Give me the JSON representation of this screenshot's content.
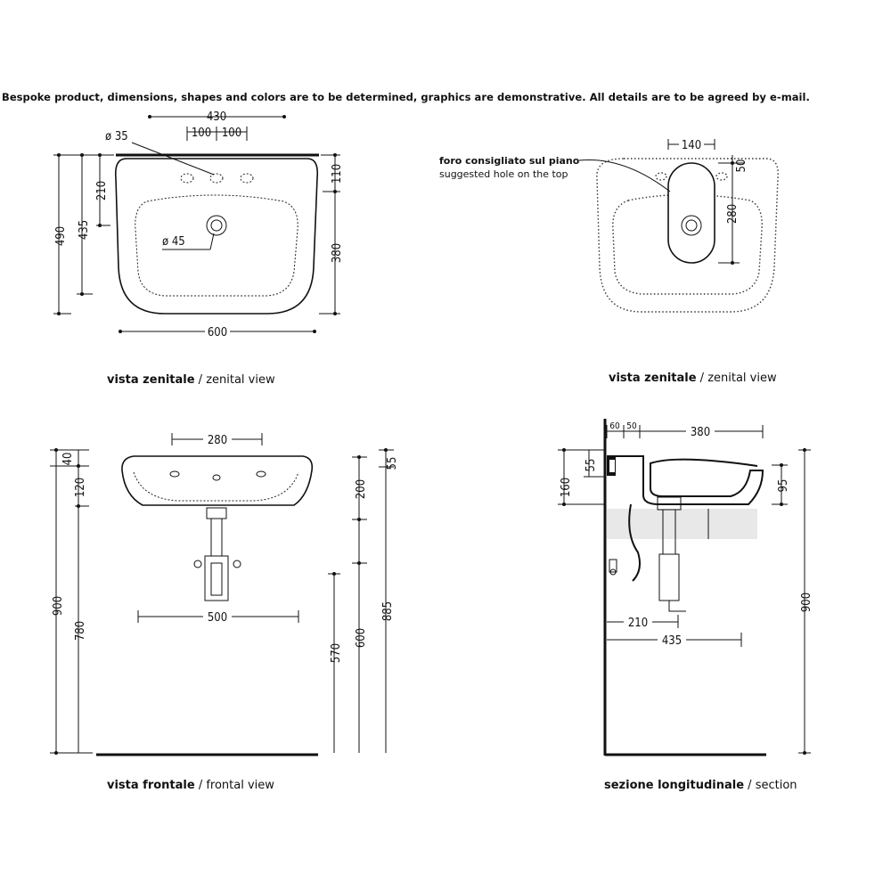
{
  "notice": "Bespoke product, dimensions, shapes and colors are to be determined, graphics are demonstrative. All details are to be agreed by e-mail.",
  "views": {
    "zenital_left": {
      "caption_bold": "vista zenitale",
      "caption_rest": " / zenital view",
      "dims": {
        "w430": "430",
        "w100a": "100",
        "w100b": "100",
        "d35": "ø 35",
        "d45": "ø 45",
        "w600": "600",
        "h490": "490",
        "h435": "435",
        "h210": "210",
        "h110": "110",
        "h380": "380"
      }
    },
    "zenital_right": {
      "caption_bold": "vista zenitale",
      "caption_rest": " / zenital view",
      "note_it": "foro consigliato sul piano",
      "note_en": "suggested hole on the top",
      "dims": {
        "w140": "140",
        "h50": "50",
        "h280": "280"
      }
    },
    "frontal": {
      "caption_bold": "vista frontale",
      "caption_rest": " / frontal view",
      "dims": {
        "w280": "280",
        "w500": "500",
        "h40": "40",
        "h120": "120",
        "h900": "900",
        "h780": "780",
        "h200": "200",
        "h55": "55",
        "h570": "570",
        "h600": "600",
        "h885": "885"
      }
    },
    "section": {
      "caption_bold": "sezione longitudinale",
      "caption_rest": " / section",
      "dims": {
        "w60": "60",
        "w50": "50",
        "w380": "380",
        "h55": "55",
        "h160": "160",
        "h95": "95",
        "w210": "210",
        "w435": "435",
        "h900": "900"
      }
    }
  }
}
